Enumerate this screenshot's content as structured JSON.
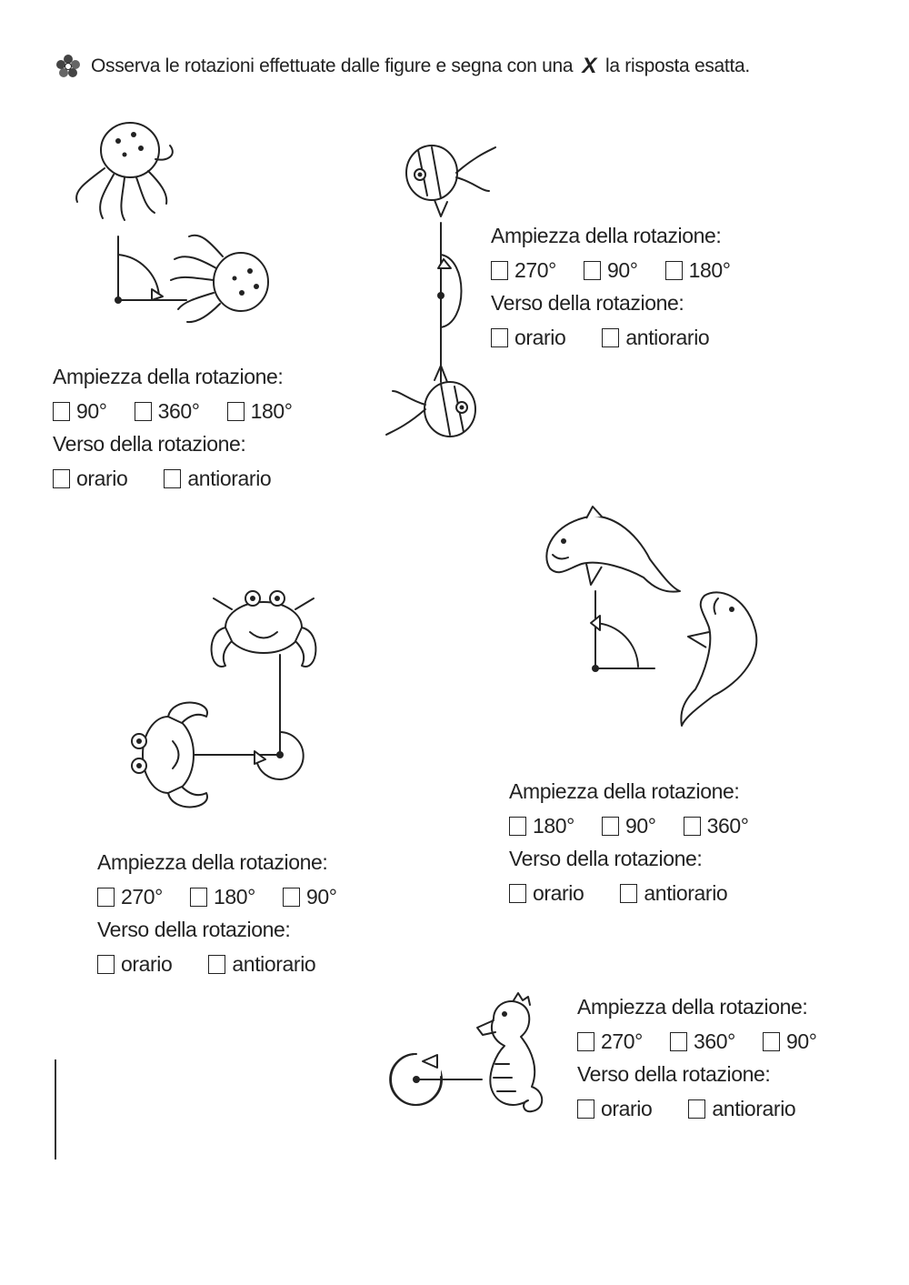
{
  "instruction": {
    "text_before": "Osserva le rotazioni effettuate dalle figure e segna con una",
    "mark": "X",
    "text_after": "la risposta esatta."
  },
  "exercises": [
    {
      "figure": "octopus",
      "amplitude_title": "Ampiezza della rotazione:",
      "amplitude_options": [
        "90°",
        "360°",
        "180°"
      ],
      "direction_title": "Verso della rotazione:",
      "direction_options": [
        "orario",
        "antiorario"
      ]
    },
    {
      "figure": "fish",
      "amplitude_title": "Ampiezza della rotazione:",
      "amplitude_options": [
        "270°",
        "90°",
        "180°"
      ],
      "direction_title": "Verso della rotazione:",
      "direction_options": [
        "orario",
        "antiorario"
      ]
    },
    {
      "figure": "crab",
      "amplitude_title": "Ampiezza della rotazione:",
      "amplitude_options": [
        "270°",
        "180°",
        "90°"
      ],
      "direction_title": "Verso della rotazione:",
      "direction_options": [
        "orario",
        "antiorario"
      ]
    },
    {
      "figure": "dolphin",
      "amplitude_title": "Ampiezza della rotazione:",
      "amplitude_options": [
        "180°",
        "90°",
        "360°"
      ],
      "direction_title": "Verso della rotazione:",
      "direction_options": [
        "orario",
        "antiorario"
      ]
    },
    {
      "figure": "seahorse",
      "amplitude_title": "Ampiezza della rotazione:",
      "amplitude_options": [
        "270°",
        "360°",
        "90°"
      ],
      "direction_title": "Verso della rotazione:",
      "direction_options": [
        "orario",
        "antiorario"
      ]
    }
  ]
}
